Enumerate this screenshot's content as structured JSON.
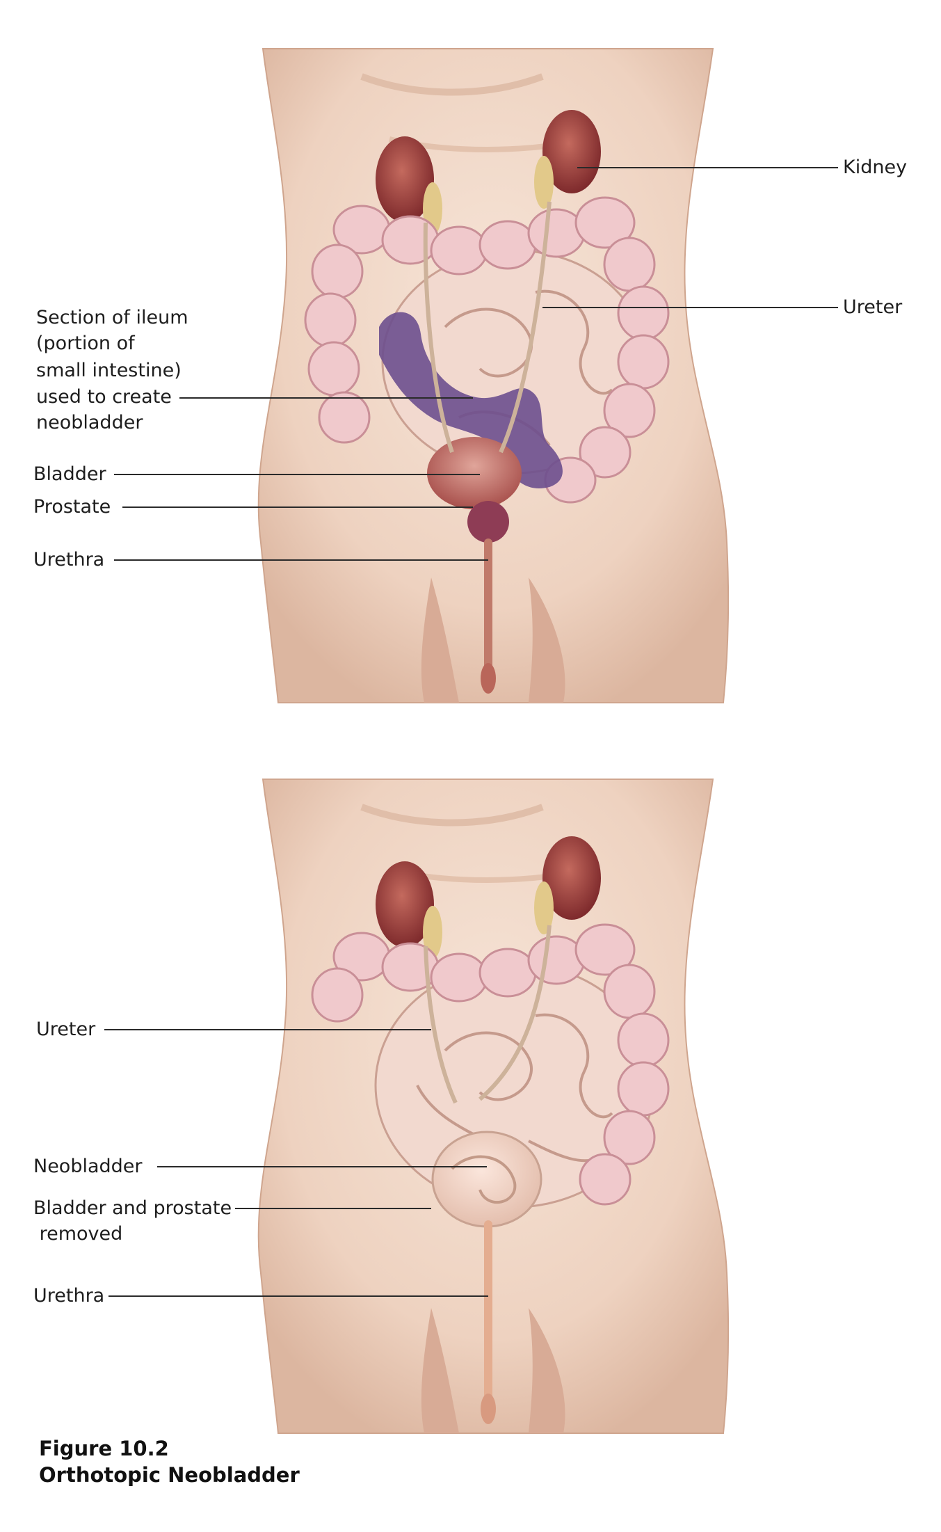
{
  "figure": {
    "number": "Figure 10.2",
    "title": "Orthotopic Neobladder"
  },
  "top_panel": {
    "labels": {
      "kidney": "Kidney",
      "ureter": "Ureter",
      "ileum_l1": "Section of ileum",
      "ileum_l2": "(portion of",
      "ileum_l3": "small intestine)",
      "ileum_l4": "used to create",
      "ileum_l5": "neobladder",
      "bladder": "Bladder",
      "prostate": "Prostate",
      "urethra": "Urethra"
    }
  },
  "bottom_panel": {
    "labels": {
      "ureter": "Ureter",
      "neobladder": "Neobladder",
      "removed_l1": "Bladder and prostate",
      "removed_l2": " removed",
      "urethra": "Urethra"
    }
  },
  "colors": {
    "skin": "#f1d9c8",
    "skin_shadow": "#d9b7a2",
    "colon": "#f0c9cc",
    "colon_outline": "#c98f97",
    "kidney": "#9a3a3a",
    "small_intestine": "#f4dcd3",
    "ileum_section": "#6d4f8e",
    "bladder": "#c97a72",
    "prostate": "#8e3c55",
    "urethra": "#c07a6a",
    "leader_line": "#2a2a2a"
  }
}
